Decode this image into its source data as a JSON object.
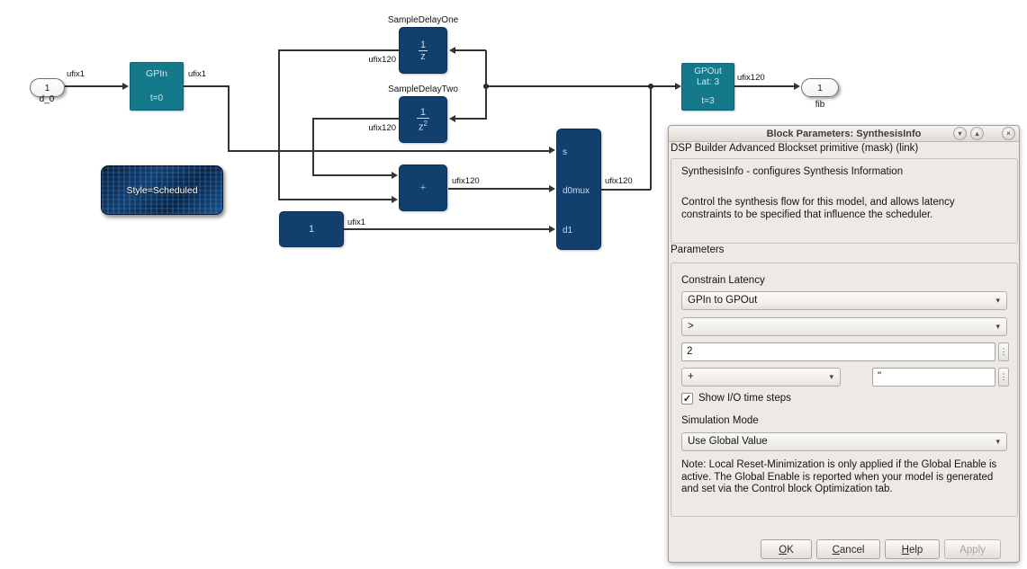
{
  "icons": {
    "dropdown_arrow": "▾",
    "shade": "▾",
    "unshade": "▴",
    "close": "×",
    "check": "✓",
    "dots": "⋮"
  },
  "colors": {
    "teal_block": "#15798c",
    "navy_block": "#12406e",
    "wire": "#333333",
    "dialog_bg": "#edeae6"
  },
  "diagram": {
    "inport": {
      "label": "1",
      "name": "d_0"
    },
    "gpin": {
      "title": "GPIn",
      "timestep": "t=0",
      "in_signal": "ufix1",
      "out_signal": "ufix1"
    },
    "sample_delay_one": {
      "name": "SampleDelayOne",
      "numerator": "1",
      "denominator": "z",
      "out_signal": "ufix120"
    },
    "sample_delay_two": {
      "name": "SampleDelayTwo",
      "numerator": "1",
      "denominator": "z",
      "denominator_exp": "2",
      "out_signal": "ufix120"
    },
    "adder": {
      "op": "+",
      "out_signal": "ufix120"
    },
    "constant": {
      "value": "1",
      "out_signal": "ufix1"
    },
    "mux": {
      "port_s": "s",
      "port_d0": "d0mux",
      "port_d1": "d1",
      "out_signal": "ufix120"
    },
    "gpout": {
      "title": "GPOut",
      "latency": "Lat: 3",
      "timestep": "t=3",
      "out_signal": "ufix120"
    },
    "outport": {
      "label": "1",
      "name": "fib"
    },
    "style_note": {
      "label": "Style=Scheduled"
    }
  },
  "dialog": {
    "title": "Block Parameters: SynthesisInfo",
    "subtitle": "DSP Builder Advanced Blockset primitive (mask) (link)",
    "description_heading": "SynthesisInfo - configures Synthesis Information",
    "description_body": "Control the synthesis flow for this model, and allows latency constraints to be specified that influence the scheduler.",
    "section_label": "Parameters",
    "constrain_latency_label": "Constrain Latency",
    "constrain_latency_value": "GPIn to GPOut",
    "operator_value": ">",
    "latency_value": "2",
    "op2_value": "+",
    "text2_value": "\"",
    "checkbox_label": "Show I/O time steps",
    "simulation_mode_label": "Simulation Mode",
    "simulation_mode_value": "Use Global Value",
    "note": "Note: Local Reset-Minimization is only applied if the Global Enable is active. The Global Enable is reported when your model is generated and set via the Control block Optimization tab.",
    "buttons": {
      "ok": "OK",
      "cancel": "Cancel",
      "help": "Help",
      "apply": "Apply"
    }
  }
}
